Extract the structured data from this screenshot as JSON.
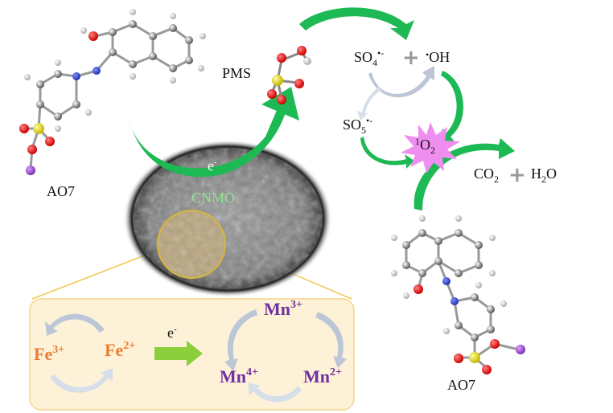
{
  "labels": {
    "ao7_top": "AO7",
    "ao7_bottom": "AO7",
    "pms": "PMS",
    "so4": {
      "base": "SO",
      "sub": "4",
      "sup": "•-"
    },
    "oh": {
      "dot": "•",
      "base": "OH"
    },
    "so5": {
      "base": "SO",
      "sub": "5",
      "sup": "•-"
    },
    "singlet_o2": {
      "pre": "1",
      "base": "O",
      "sub": "2"
    },
    "co2": {
      "base": "CO",
      "sub": "2"
    },
    "h2o": {
      "pre": "H",
      "sub": "2",
      "base": "O"
    },
    "electron_top": {
      "base": "e",
      "sup": "-"
    },
    "catalyst": "CNMO",
    "electron_box": {
      "base": "e",
      "sup": "-"
    },
    "fe3": {
      "base": "Fe",
      "sup": "3+"
    },
    "fe2": {
      "base": "Fe",
      "sup": "2+"
    },
    "mn3": {
      "base": "Mn",
      "sup": "3+"
    },
    "mn4": {
      "base": "Mn",
      "sup": "4+"
    },
    "mn2": {
      "base": "Mn",
      "sup": "2+"
    }
  },
  "colors": {
    "green_arrow": "#1db954",
    "fe": "#e97c30",
    "mn": "#7030a0",
    "box_fill": "#fdf2d8",
    "box_border": "#f3d58a",
    "singlet_star": "#f08ef0",
    "catalyst_text": "#8ee68e"
  }
}
